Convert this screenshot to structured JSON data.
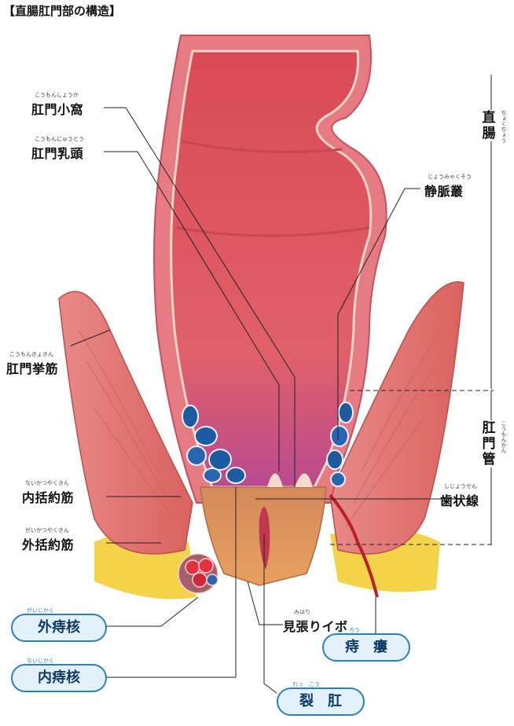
{
  "title": "【直腸肛門部の構造】",
  "labels": {
    "anal_crypt": {
      "text": "肛門小窩",
      "ruby": "こうもんしょうか"
    },
    "anal_papilla": {
      "text": "肛門乳頭",
      "ruby": "こうもんにゅうとう"
    },
    "venous_plexus": {
      "text": "静脈叢",
      "ruby": "じょうみゃくそう"
    },
    "levator_ani": {
      "text": "肛門挙筋",
      "ruby": "こうもんきょきん"
    },
    "internal_sphincter": {
      "text": "内括約筋",
      "ruby": "ないかつやくきん"
    },
    "external_sphincter": {
      "text": "外括約筋",
      "ruby": "がいかつやくきん"
    },
    "dentate_line": {
      "text": "歯状線",
      "ruby": "しじょうせん"
    },
    "sentinel_pile": {
      "text": "見張りイボ",
      "ruby": "みはり"
    }
  },
  "vertical": {
    "rectum": {
      "text": "直腸",
      "ruby": "ちょくちょう"
    },
    "anal_canal": {
      "text": "肛門管",
      "ruby": "こうもんかん"
    }
  },
  "pills": {
    "external_hemorrhoid": {
      "text": "外痔核",
      "ruby": "がいじかく"
    },
    "internal_hemorrhoid": {
      "text": "内痔核",
      "ruby": "ないじかく"
    },
    "anal_fistula": {
      "text": "痔　瘻",
      "ruby": "じ　ろう"
    },
    "anal_fissure": {
      "text": "裂　肛",
      "ruby": "れっ　こう"
    }
  }
}
